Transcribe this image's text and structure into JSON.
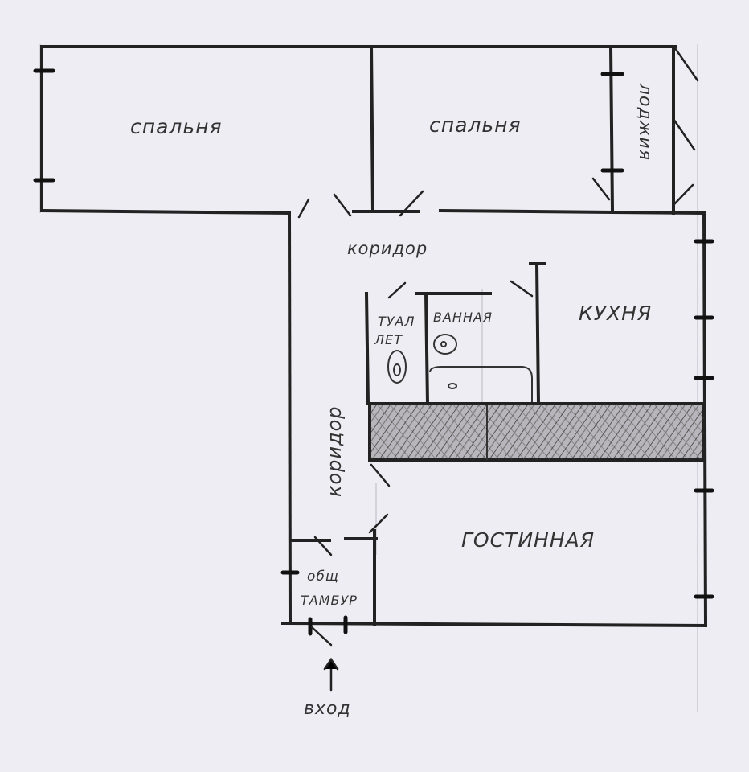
{
  "rooms": {
    "bedroom_left": "спальня",
    "bedroom_right": "спальня",
    "loggia": "лоджия",
    "corridor_top": "коридор",
    "corridor_side": "коридор",
    "toilet_line1": "ТУАЛ",
    "toilet_line2": "ЛЕТ",
    "bathroom": "ВАННАЯ",
    "kitchen": "КУХНЯ",
    "living_room": "ГОСТИННАЯ",
    "vestibule_line1": "общ",
    "vestibule_line2": "ТАМБУР",
    "entrance": "вход"
  }
}
